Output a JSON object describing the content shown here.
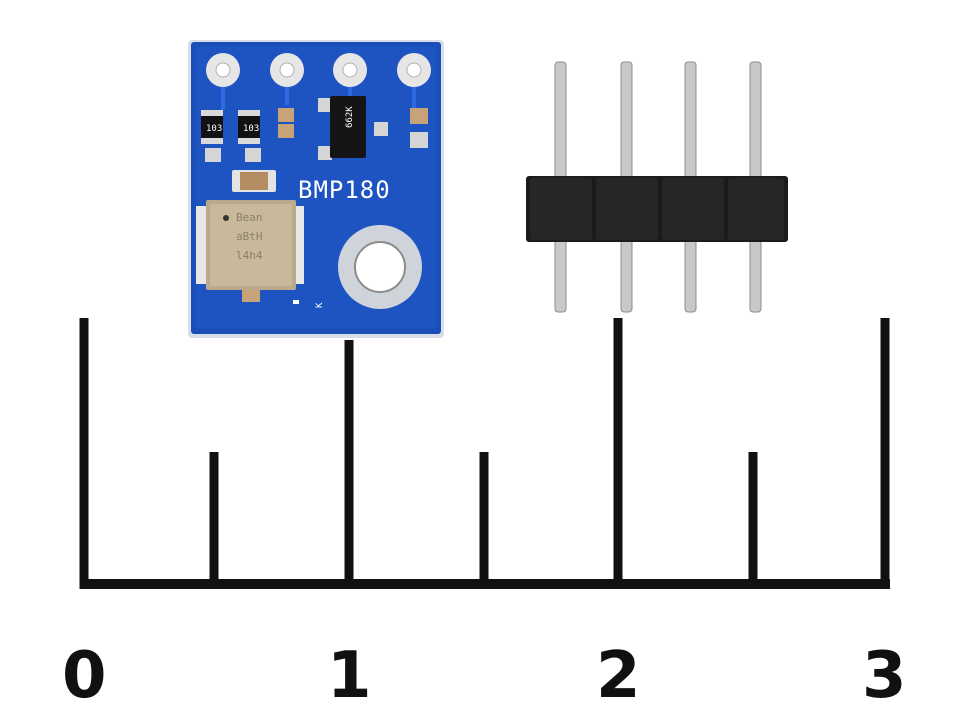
{
  "board": {
    "label": "BMP180",
    "resistor_code_1": "103",
    "resistor_code_2": "103",
    "regulator_code": "662K",
    "sensor_lines": [
      "Bean",
      "aBtH",
      "l4h4"
    ],
    "corner_mark": "K",
    "colors": {
      "pcb": "#1a4fb8",
      "pad": "#e0e0e0",
      "silk": "#ffffff"
    }
  },
  "header_pins": {
    "count": 4,
    "color": "#1a1a1a",
    "pin_color": "#c8c8c8"
  },
  "ruler": {
    "labels": [
      "0",
      "1",
      "2",
      "3"
    ],
    "line_color": "#111111"
  }
}
